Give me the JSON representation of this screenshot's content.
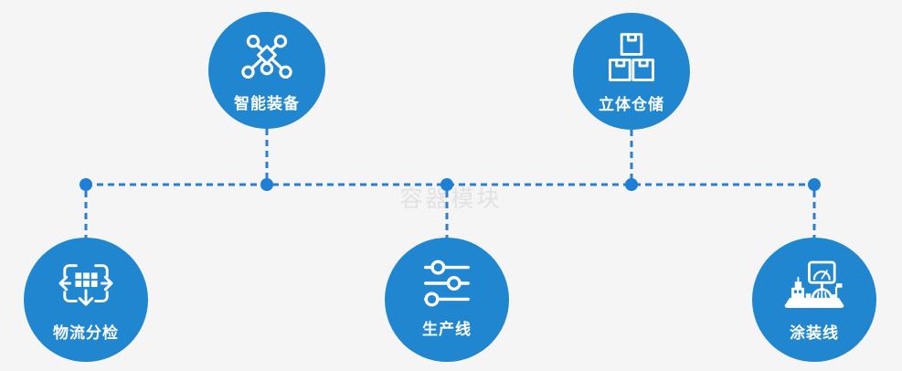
{
  "diagram": {
    "watermark": "容器模块",
    "colors": {
      "background": "#f5f5f6",
      "node_fill": "#2086d0",
      "connector_line": "#2a7fd0",
      "junction_dot": "#1d7fd6",
      "label_text": "#ffffff",
      "watermark_text": "#e2e2e2"
    },
    "nodes": [
      {
        "label": "智能装备",
        "icon": "network-nodes-icon",
        "position": "top-left"
      },
      {
        "label": "立体仓储",
        "icon": "stacked-boxes-icon",
        "position": "top-right"
      },
      {
        "label": "物流分检",
        "icon": "move-arrows-grid-icon",
        "position": "bottom-left"
      },
      {
        "label": "生产线",
        "icon": "sliders-icon",
        "position": "bottom-center"
      },
      {
        "label": "涂装线",
        "icon": "console-machine-icon",
        "position": "bottom-right"
      }
    ]
  }
}
